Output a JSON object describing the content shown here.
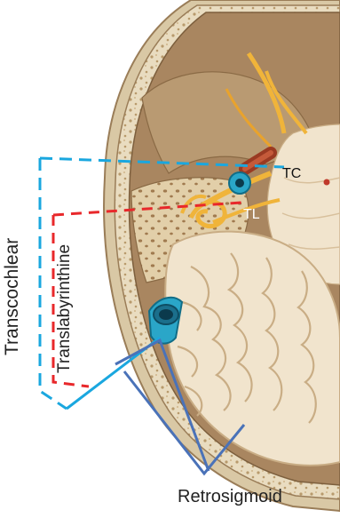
{
  "diagram": {
    "labels": {
      "transcochlear": "Transcochlear",
      "translabyrinthine": "Translabyrinthine",
      "retrosigmoid": "Retrosigmoid",
      "tc": "TC",
      "tl": "TL"
    },
    "colors": {
      "transcochlear_line": "#1aa7df",
      "translabyrinthine_line": "#e8282b",
      "retrosigmoid_line": "#4a72b8",
      "skull_outer": "#e9dcc0",
      "skull_inner": "#b49a72",
      "brain": "#f1e4cd",
      "cerebellum_fold": "#c9ad85",
      "dura": "#9c7a55",
      "sinus": "#2aa6c8",
      "nerve": "#f0b43a",
      "vessel": "#9a3a22"
    },
    "icons": {
      "sigmoid_sinus": "sigmoid-sinus-icon",
      "internal_auditory_canal": "iac-icon"
    }
  }
}
